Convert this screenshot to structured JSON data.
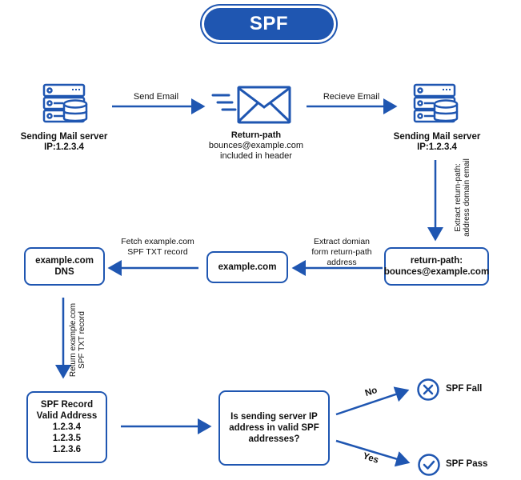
{
  "title": "SPF",
  "servers": {
    "left": {
      "name": "Sending Mail server",
      "ip": "IP:1.2.3.4"
    },
    "right": {
      "name": "Sending Mail server",
      "ip": "IP:1.2.3.4"
    }
  },
  "envelope": {
    "title": "Return-path",
    "address": "bounces@example.com",
    "note": "included in header"
  },
  "labels": {
    "send_email": "Send Email",
    "receive_email": "Recieve Email",
    "extract_vertical": [
      "Extract return-path:",
      "address domain email"
    ],
    "extract_domain": [
      "Extract domian",
      "form return-path address"
    ],
    "fetch": [
      "Fetch example.com",
      "SPF TXT record"
    ],
    "return_vertical": [
      "Return example.com",
      "SPF TXT record"
    ],
    "no": "No",
    "yes": "Yes"
  },
  "boxes": {
    "dns": [
      "example.com",
      "DNS"
    ],
    "domain": [
      "example.com"
    ],
    "return_path": [
      "return-path:",
      "bounces@example.com"
    ],
    "spf_record": [
      "SPF Record",
      "Valid Address",
      "1.2.3.4",
      "1.2.3.5",
      "1.2.3.6"
    ],
    "question": [
      "Is sending server IP",
      "address in valid SPF",
      "addresses?"
    ]
  },
  "results": {
    "fail": "SPF Fall",
    "pass": "SPF Pass"
  },
  "colors": {
    "primary": "#1f56b1",
    "text": "#111111"
  },
  "icons": [
    "server-icon",
    "envelope-icon",
    "x-circle-icon",
    "check-circle-icon"
  ]
}
